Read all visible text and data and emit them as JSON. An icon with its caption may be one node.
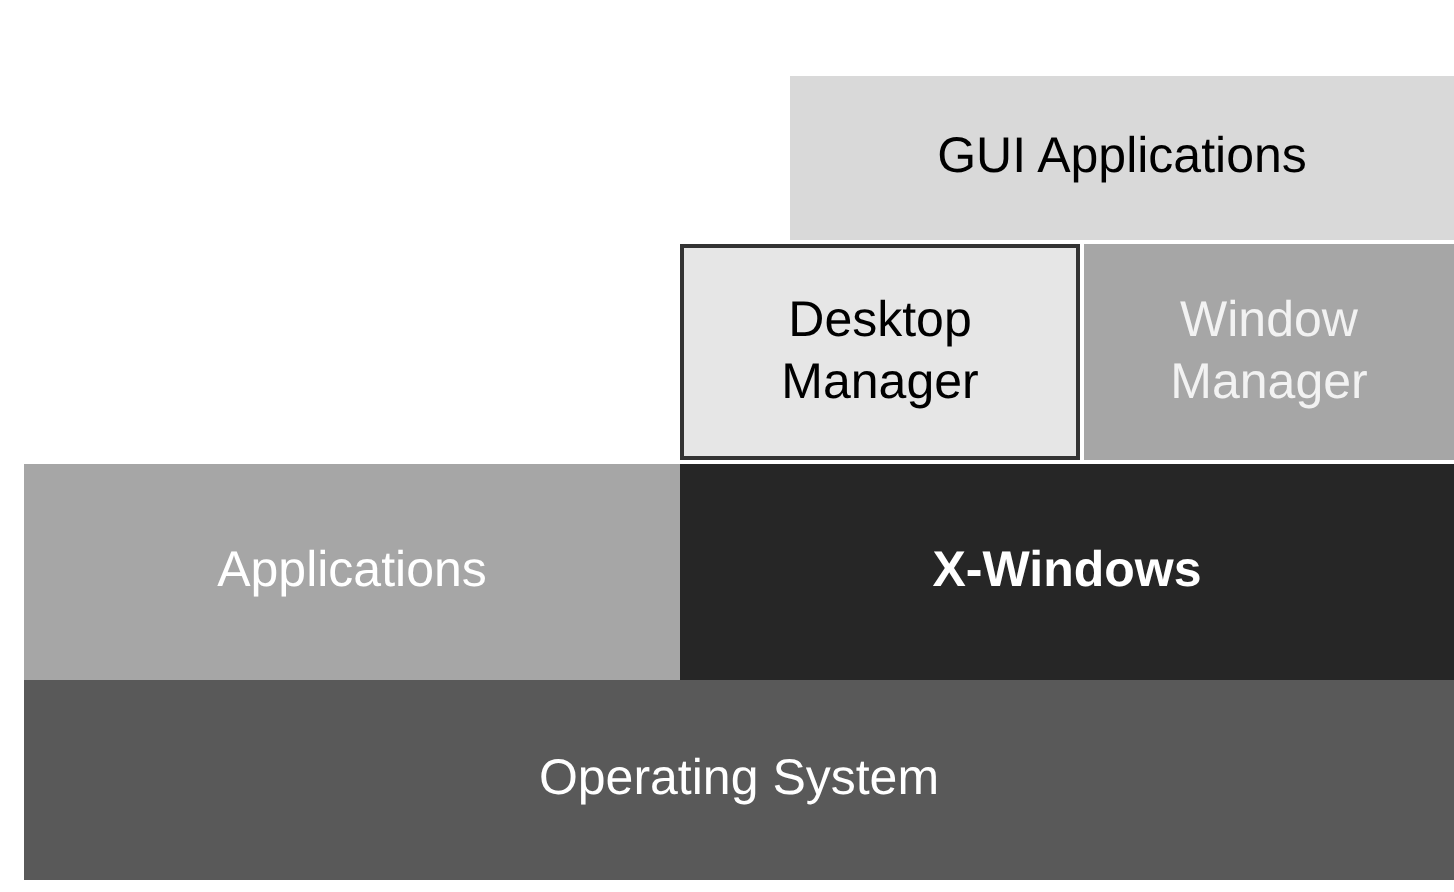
{
  "diagram": {
    "nodes": [
      {
        "text": [
          "GUI Applications"
        ]
      },
      {
        "text": [
          "Desktop Manager"
        ]
      },
      {
        "text": [
          "Window Manager"
        ]
      },
      {
        "text": [
          "Applications"
        ]
      },
      {
        "text": [
          "X-Windows"
        ]
      },
      {
        "text": [
          "Operating System"
        ]
      }
    ]
  }
}
